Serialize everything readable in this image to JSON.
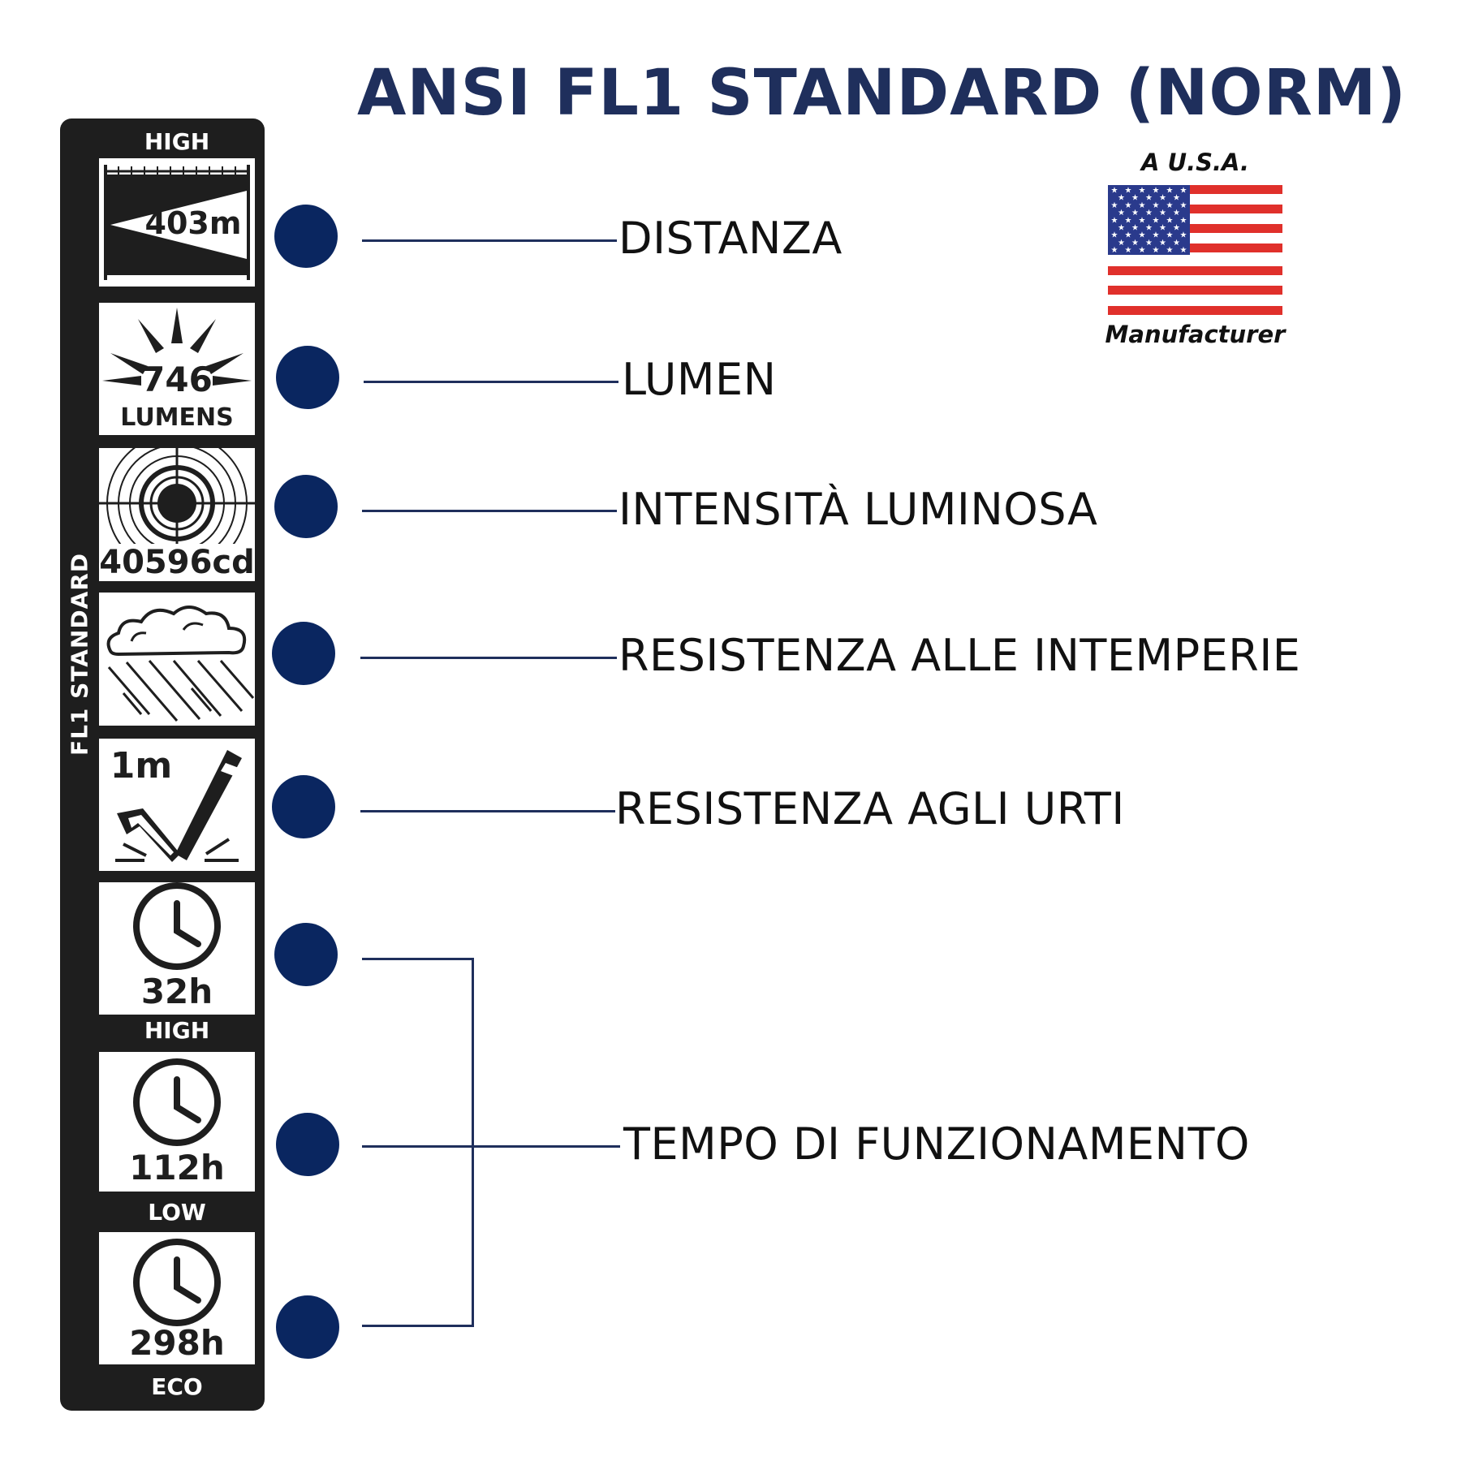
{
  "title": "ANSI FL1 STANDARD (NORM)",
  "badge": {
    "top_text": "A U.S.A.",
    "bottom_text": "Manufacturer",
    "colors": {
      "red": "#e0302b",
      "blue": "#2a3a8c",
      "white": "#ffffff"
    }
  },
  "strip": {
    "vertical_label": "FL1 STANDARD",
    "captions": {
      "top": "HIGH",
      "mid_high": "HIGH",
      "mid_low": "LOW",
      "bottom": "ECO"
    },
    "cells": {
      "distance": "403m",
      "lumens_value": "746",
      "lumens_unit": "LUMENS",
      "intensity": "40596cd",
      "impact": "1m",
      "runtime_high": "32h",
      "runtime_low": "112h",
      "runtime_eco": "298h"
    }
  },
  "labels": {
    "distance": "DISTANZA",
    "lumen": "LUMEN",
    "intensity": "INTENSITÀ LUMINOSA",
    "weather": "RESISTENZA ALLE INTEMPERIE",
    "impact": "RESISTENZA AGLI URTI",
    "runtime": "TEMPO DI FUNZIONAMENTO"
  },
  "colors": {
    "title": "#1f2f5c",
    "dot": "#0a2660",
    "line": "#1f2f5c",
    "strip": "#1e1e1e"
  }
}
